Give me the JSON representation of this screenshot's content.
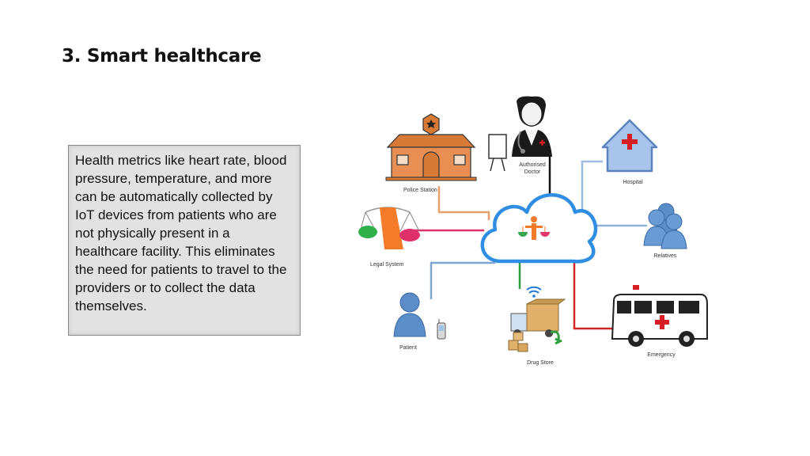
{
  "slide": {
    "title": "3. Smart healthcare",
    "body": "Health metrics like heart rate, blood pressure, temperature, and more can be automatically collected by IoT devices from patients who are not physically present in a healthcare facility. This eliminates the need for patients to travel to the providers or to collect the data themselves."
  },
  "diagram": {
    "nodes": {
      "police": "Police Station",
      "doctor_line1": "Authorised",
      "doctor_line2": "Doctor",
      "hospital": "Hospital",
      "legal": "Legal System",
      "relatives": "Relatives",
      "patient": "Patient",
      "drug": "Drug Store",
      "emergency": "Emergency"
    },
    "colors": {
      "cloud_stroke": "#2f8de4",
      "police_line": "#e8a070",
      "legal_line": "#e0306a",
      "patient_line": "#7fa6cf",
      "doctor_line": "#111111",
      "hospital_line": "#9dbce0",
      "relatives_line": "#8fb0d6",
      "drug_line": "#2e9e3e",
      "emergency_line": "#d32323",
      "person_blue": "#5b8ec9",
      "cross_red": "#d81e25"
    }
  }
}
